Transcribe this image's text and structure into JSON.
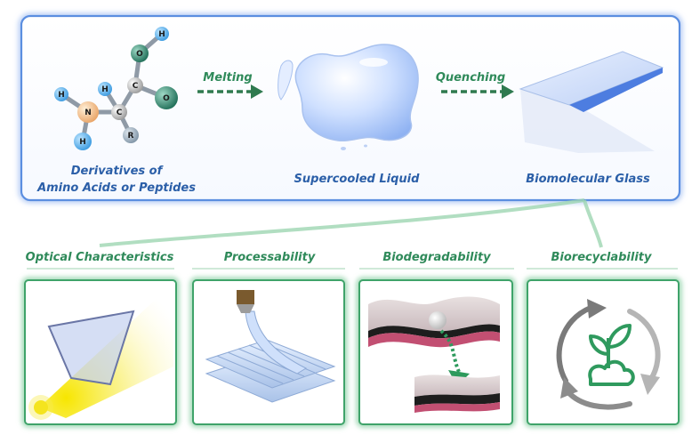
{
  "top_panel": {
    "source_label_line1": "Derivatives of",
    "source_label_line2": "Amino Acids or Peptides",
    "step1_label": "Melting",
    "middle_label": "Supercooled Liquid",
    "step2_label": "Quenching",
    "result_label": "Biomolecular Glass"
  },
  "molecule": {
    "atoms": [
      "H",
      "O",
      "H",
      "C",
      "O",
      "H",
      "N",
      "C",
      "R",
      "H"
    ]
  },
  "properties": [
    {
      "label": "Optical Characteristics"
    },
    {
      "label": "Processability"
    },
    {
      "label": "Biodegradability"
    },
    {
      "label": "Biorecyclability"
    }
  ],
  "colors": {
    "blue_label": "#2b5fa8",
    "green_label": "#2f8a5a",
    "top_border": "#5b8ee0",
    "bottom_border": "#3fa36a"
  },
  "icons": [
    "recycle-arrows-icon",
    "plant-sprout-icon"
  ]
}
